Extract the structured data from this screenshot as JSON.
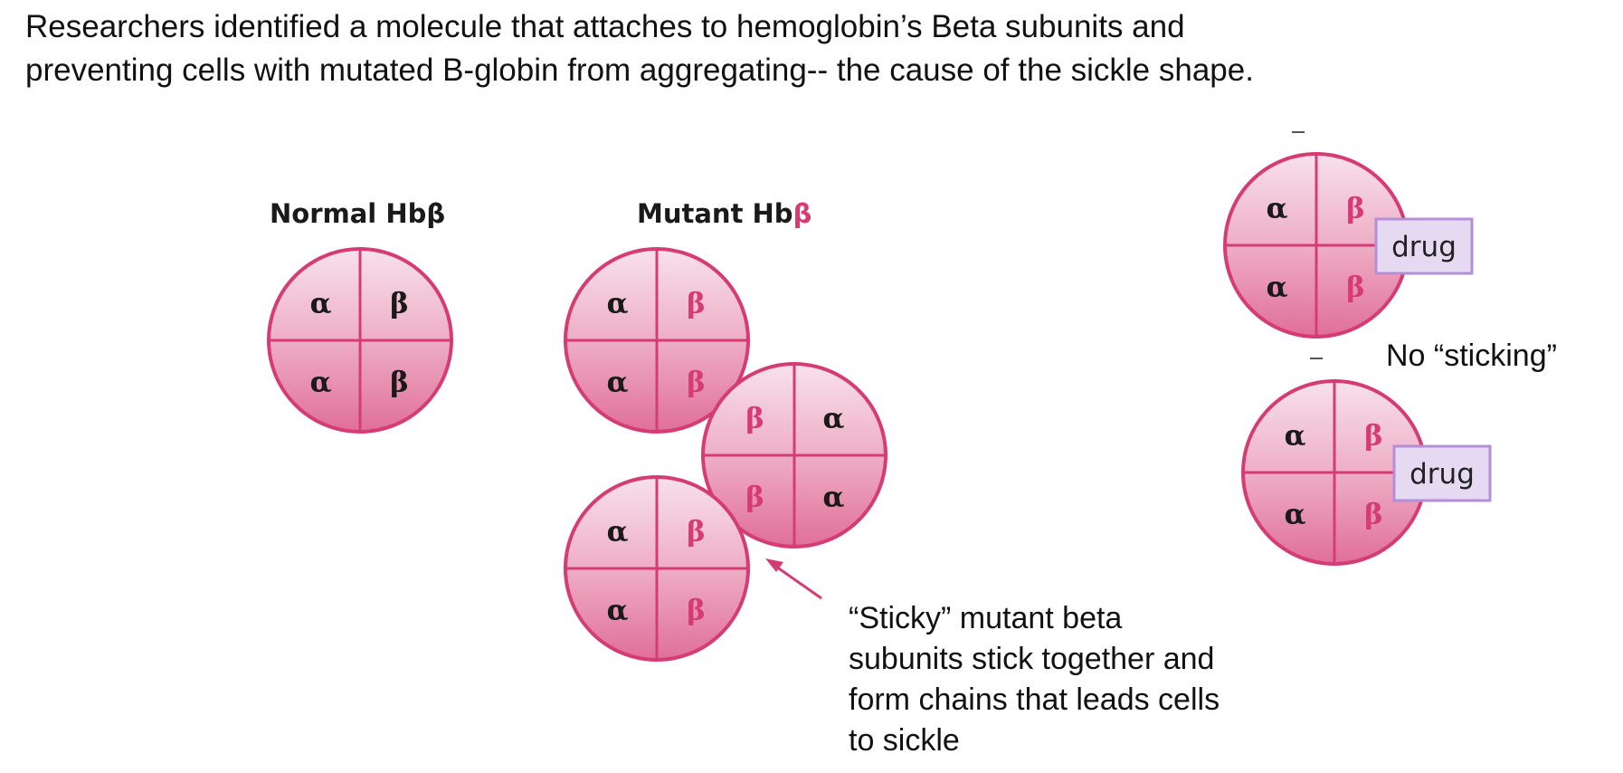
{
  "intro": {
    "line1": "Researchers identified a molecule that attaches to hemoglobin’s Beta subunits and",
    "line2": "preventing cells with mutated B-globin from aggregating-- the cause of the sickle shape."
  },
  "normal": {
    "header": "Normal Hbβ"
  },
  "mutant": {
    "header_prefix": "Mutant Hb",
    "header_beta": "β"
  },
  "subunits": {
    "alpha": "α",
    "beta": "β"
  },
  "drug_label": "drug",
  "no_sticking": "No “sticking”",
  "sticky_note": [
    "“Sticky” mutant beta",
    "subunits stick together and",
    "form chains that leads cells",
    "to sickle"
  ],
  "colors": {
    "ring": "#d63c74",
    "fill_top": "#f7dfe8",
    "fill_bottom": "#e4739a",
    "normal_beta": "#1a1a1a",
    "mutant_beta": "#d63c74",
    "alpha": "#1a1a1a",
    "drug_fill": "#e6d9f2",
    "drug_border": "#b48fd6"
  }
}
